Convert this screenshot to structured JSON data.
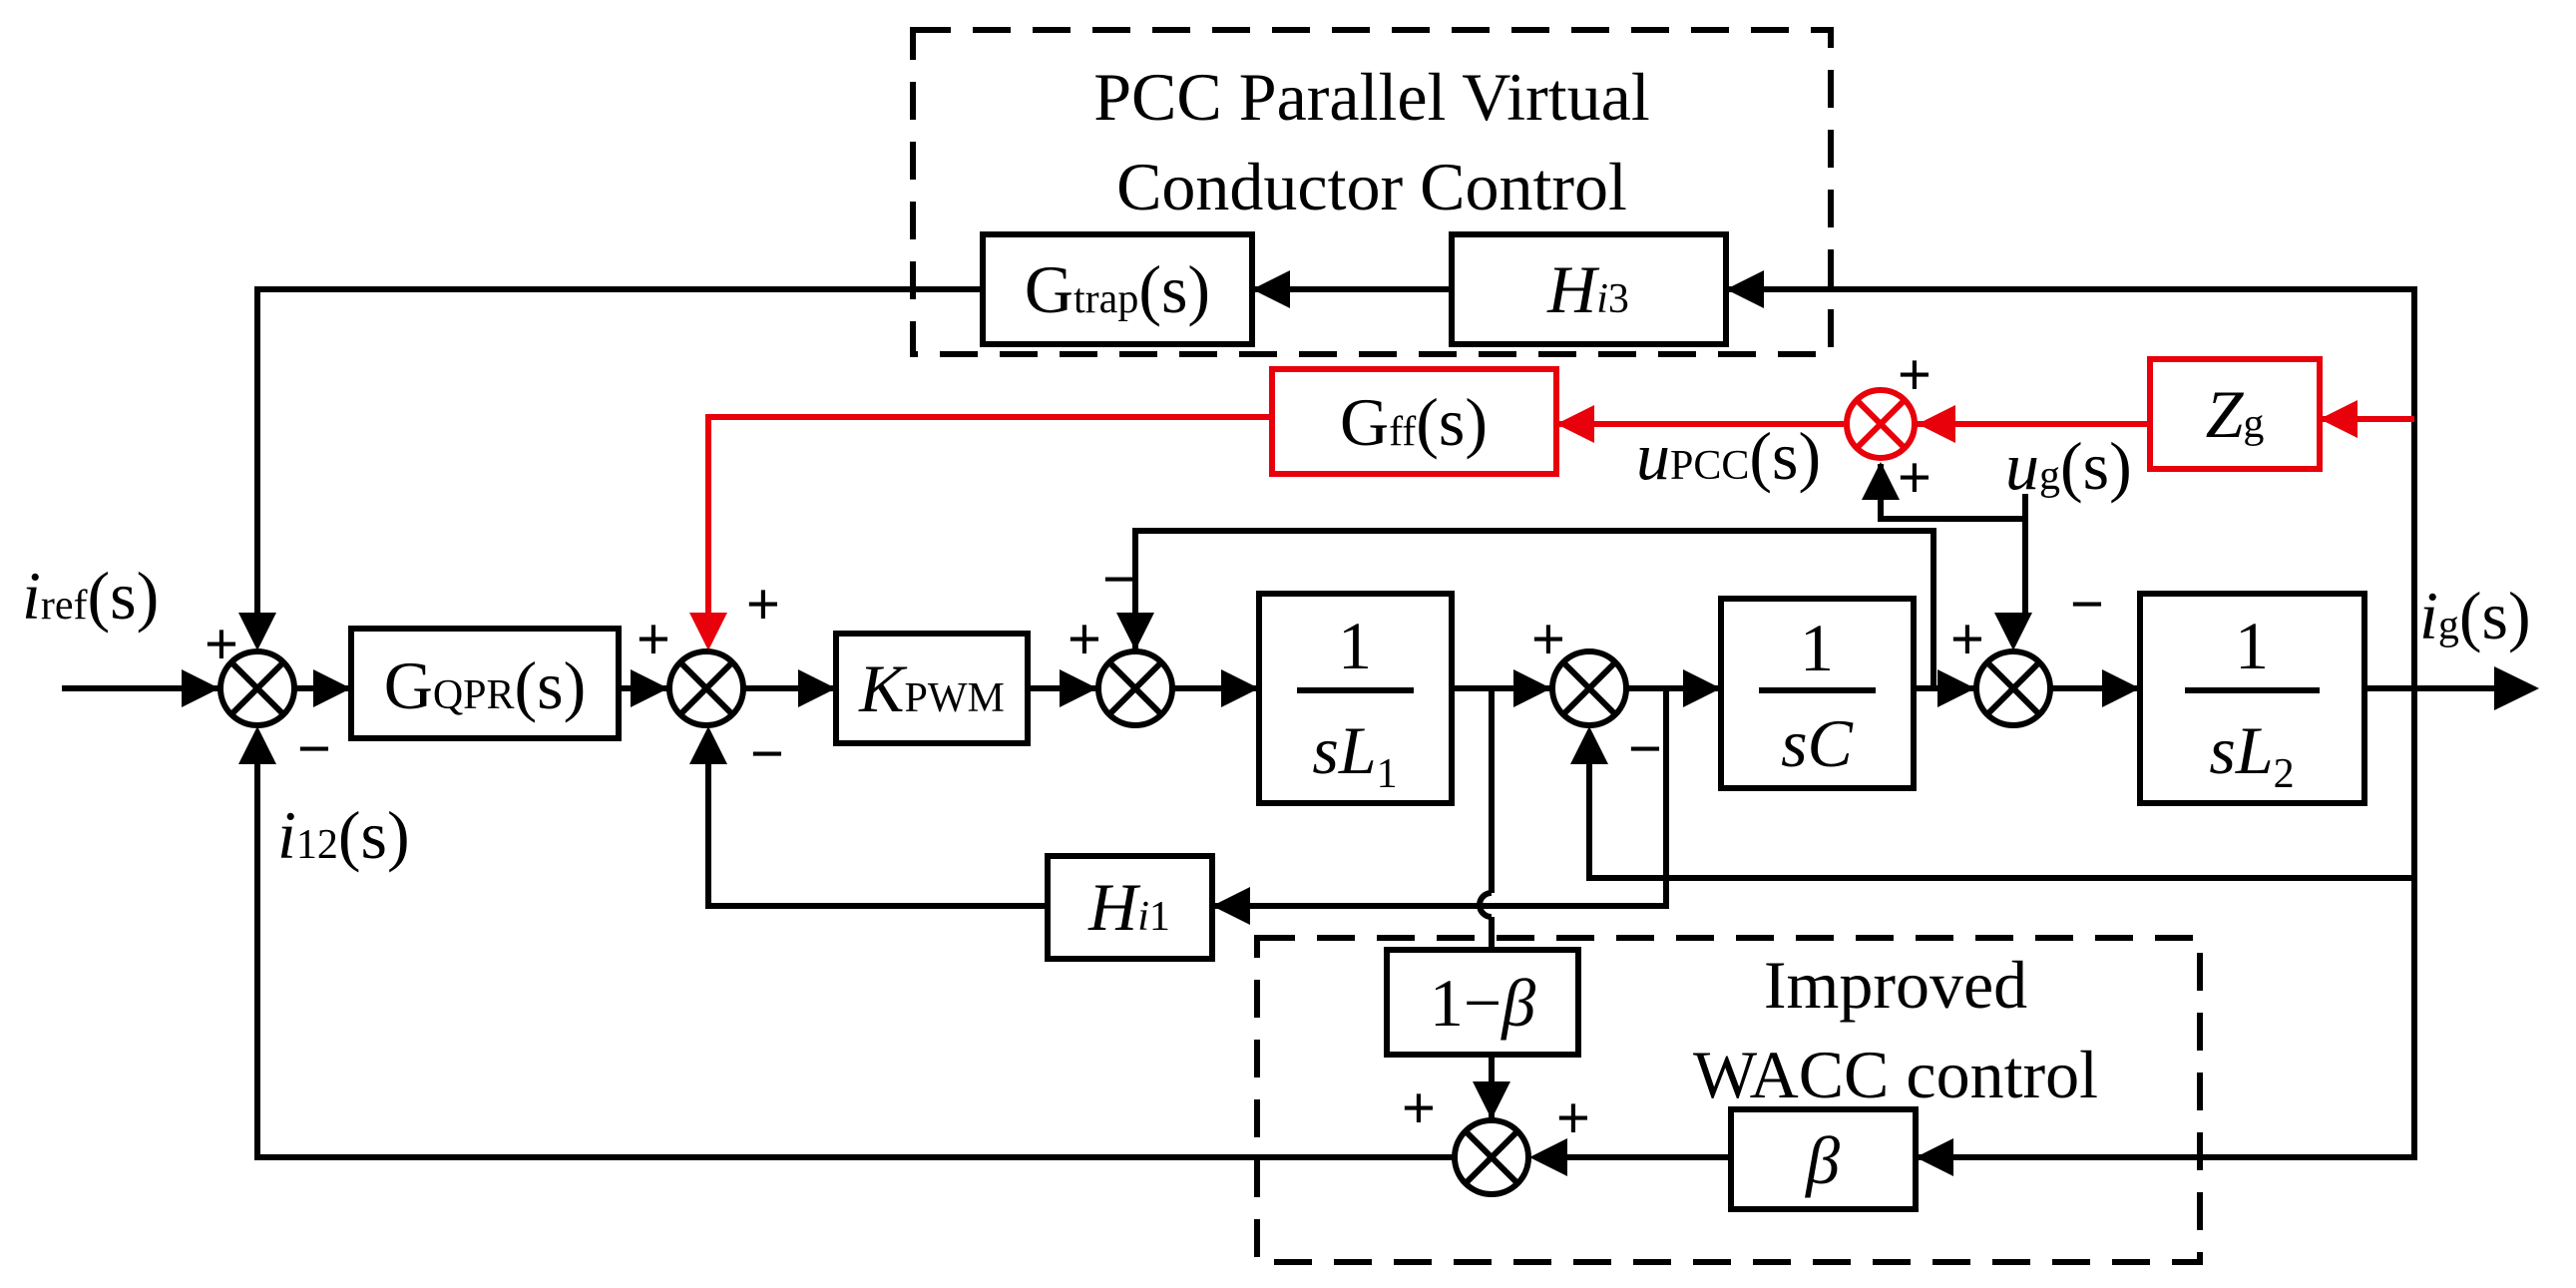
{
  "regions": {
    "pcc": {
      "line1": "PCC Parallel Virtual",
      "line2": "Conductor Control"
    },
    "wacc": {
      "line1": "Improved",
      "line2": "WACC control"
    }
  },
  "blocks": {
    "gtrap": {
      "main": "G",
      "sub": "trap",
      "arg": "(s)"
    },
    "hi3": {
      "main": "H",
      "sub_i": "i",
      "sub_n": "3"
    },
    "gff": {
      "main": "G",
      "sub": "ff",
      "arg": "(s)"
    },
    "zg": {
      "main": "Z",
      "sub": "g"
    },
    "gqpr": {
      "main": "G",
      "sub": "QPR",
      "arg": "(s)"
    },
    "kpwm": {
      "main": "K",
      "sub": "PWM"
    },
    "l1": {
      "num": "1",
      "den": "sL",
      "den_sub": "1"
    },
    "c": {
      "num": "1",
      "den": "sC"
    },
    "l2": {
      "num": "1",
      "den": "sL",
      "den_sub": "2"
    },
    "hi1": {
      "main": "H",
      "sub_i": "i",
      "sub_n": "1"
    },
    "one_minus_beta": {
      "pre": "1−",
      "beta": "β"
    },
    "beta": {
      "beta": "β"
    }
  },
  "signals": {
    "iref": {
      "main": "i",
      "sub": "ref",
      "arg": "(s)"
    },
    "i12": {
      "main": "i",
      "sub": "12",
      "arg": "(s)"
    },
    "upcc": {
      "main": "u",
      "sub": "PCC",
      "arg": "(s)"
    },
    "ug": {
      "main": "u",
      "sub": "g",
      "arg": "(s)"
    },
    "ig": {
      "main": "i",
      "sub": "g",
      "arg": "(s)"
    }
  },
  "signs": {
    "plus": "+",
    "minus": "−"
  },
  "colors": {
    "feedforward": "#e8000b",
    "wire": "#000000"
  }
}
